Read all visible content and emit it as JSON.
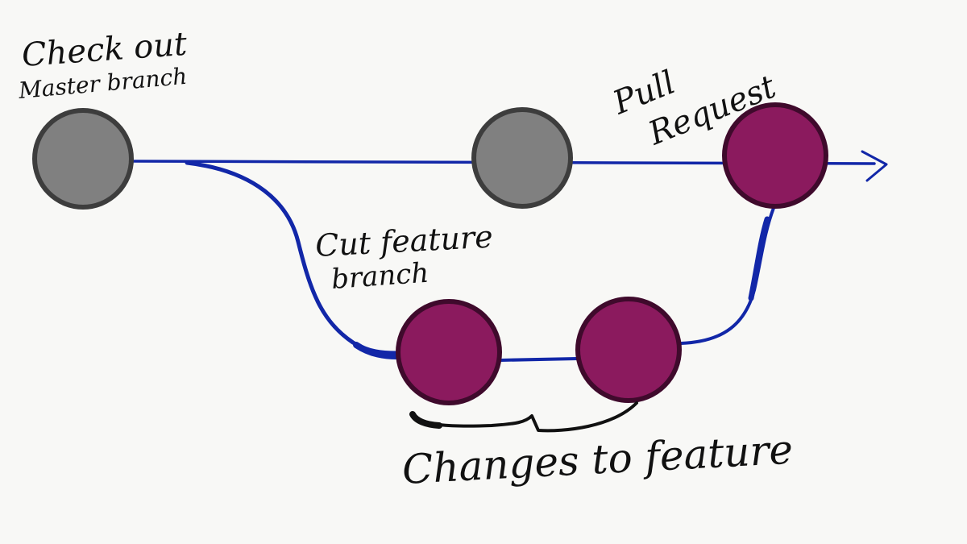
{
  "labels": {
    "checkout_line1": "Check out",
    "checkout_line2": "Master branch",
    "cut_line1": "Cut feature",
    "cut_line2": "branch",
    "pr_line1": "Pull",
    "pr_line2": "Request",
    "changes": "Changes to feature"
  },
  "colors": {
    "background": "#f8f8f6",
    "master_node_fill": "#808080",
    "master_node_stroke": "#3d3d3d",
    "feature_node_fill": "#8b1a5e",
    "feature_node_stroke": "#3f0a2c",
    "branch_line": "#1227a8",
    "ink": "#111111"
  }
}
